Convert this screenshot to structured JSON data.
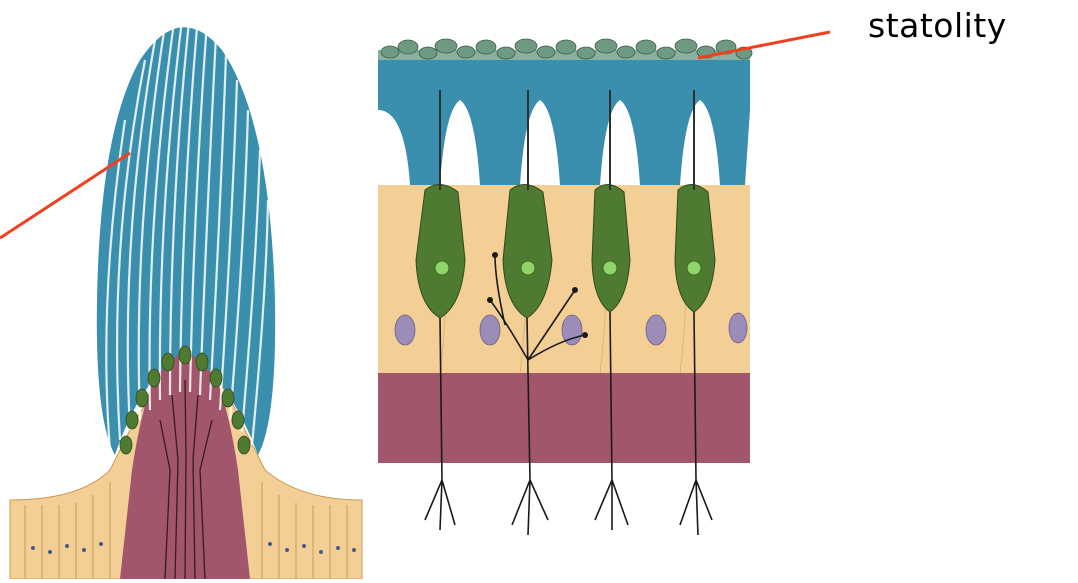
{
  "labels": {
    "statolith": "statolity"
  },
  "colors": {
    "pointer": "#f0401f",
    "gel": "#3b8fae",
    "gel_light": "#6fb7cf",
    "cupula_stripe": "#ffffff",
    "hair_cell": "#3f6b2a",
    "hair_cell_light": "#6d9a3b",
    "nucleus": "#8fd36a",
    "support_cell": "#f4cf95",
    "support_nucleus": "#9b8db7",
    "connective": "#a2566c",
    "otoconia": "#6f9a82",
    "nerve": "#1a1a1a"
  },
  "icons": {
    "cupula": "cupula-illustration",
    "macula": "macula-illustration"
  }
}
